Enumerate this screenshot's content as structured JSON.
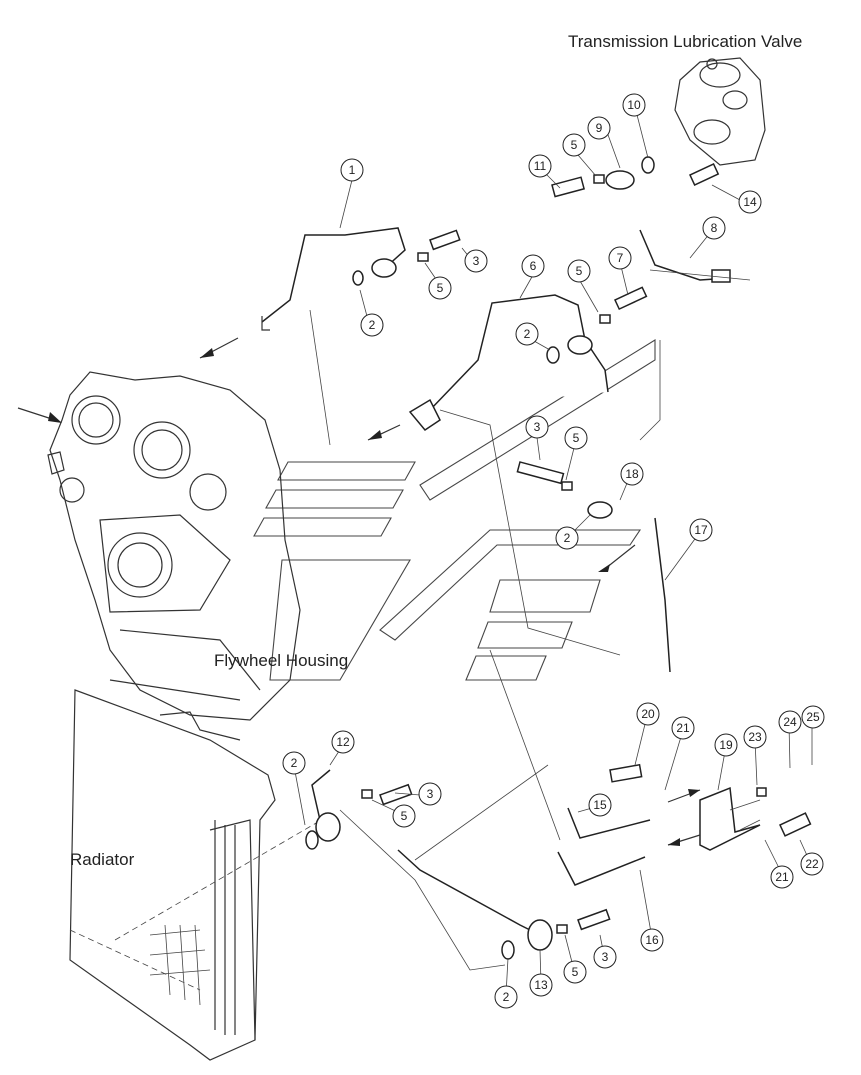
{
  "labels": {
    "transmission_valve": "Transmission Lubrication Valve",
    "flywheel_housing": "Flywheel Housing",
    "radiator": "Radiator"
  },
  "callouts": [
    {
      "id": "c1",
      "num": "1"
    },
    {
      "id": "c2a",
      "num": "2"
    },
    {
      "id": "c3a",
      "num": "3"
    },
    {
      "id": "c5a",
      "num": "5"
    },
    {
      "id": "c6",
      "num": "6"
    },
    {
      "id": "c2b",
      "num": "2"
    },
    {
      "id": "c5b",
      "num": "5"
    },
    {
      "id": "c7",
      "num": "7"
    },
    {
      "id": "c8",
      "num": "8"
    },
    {
      "id": "c11",
      "num": "11"
    },
    {
      "id": "c5c",
      "num": "5"
    },
    {
      "id": "c9",
      "num": "9"
    },
    {
      "id": "c10",
      "num": "10"
    },
    {
      "id": "c14",
      "num": "14"
    },
    {
      "id": "c3b",
      "num": "3"
    },
    {
      "id": "c5d",
      "num": "5"
    },
    {
      "id": "c18",
      "num": "18"
    },
    {
      "id": "c2c",
      "num": "2"
    },
    {
      "id": "c17",
      "num": "17"
    },
    {
      "id": "c12",
      "num": "12"
    },
    {
      "id": "c2d",
      "num": "2"
    },
    {
      "id": "c3c",
      "num": "3"
    },
    {
      "id": "c5e",
      "num": "5"
    },
    {
      "id": "c20",
      "num": "20"
    },
    {
      "id": "c21a",
      "num": "21"
    },
    {
      "id": "c19",
      "num": "19"
    },
    {
      "id": "c23",
      "num": "23"
    },
    {
      "id": "c24",
      "num": "24"
    },
    {
      "id": "c25",
      "num": "25"
    },
    {
      "id": "c15",
      "num": "15"
    },
    {
      "id": "c21b",
      "num": "21"
    },
    {
      "id": "c22",
      "num": "22"
    },
    {
      "id": "c16",
      "num": "16"
    },
    {
      "id": "c13",
      "num": "13"
    },
    {
      "id": "c5f",
      "num": "5"
    },
    {
      "id": "c3d",
      "num": "3"
    },
    {
      "id": "c2e",
      "num": "2"
    }
  ]
}
